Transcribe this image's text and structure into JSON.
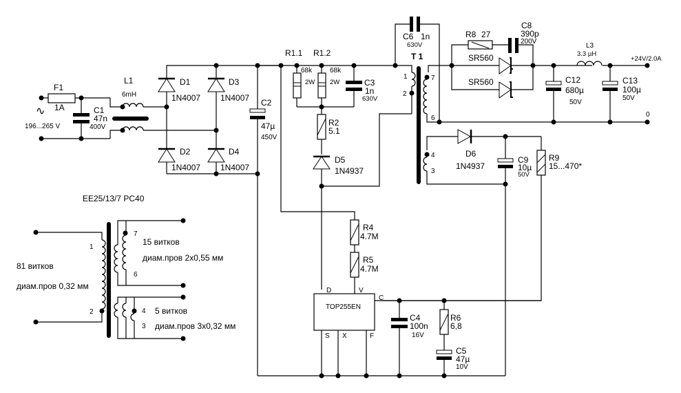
{
  "schematic": {
    "input": {
      "voltage": "196...265 V",
      "ac_symbol": "∿"
    },
    "F1": {
      "ref": "F1",
      "value": "1A"
    },
    "C1": {
      "ref": "C1",
      "value": "47n",
      "rating": "400V"
    },
    "L1": {
      "ref": "L1",
      "value": "6mH"
    },
    "D1": {
      "ref": "D1",
      "part": "1N4007"
    },
    "D2": {
      "ref": "D2",
      "part": "1N4007"
    },
    "D3": {
      "ref": "D3",
      "part": "1N4007"
    },
    "D4": {
      "ref": "D4",
      "part": "1N4007"
    },
    "C2": {
      "ref": "C2",
      "value": "47µ",
      "rating": "450V"
    },
    "R1_1": {
      "ref": "R1.1",
      "value": "68k",
      "power": "2W"
    },
    "R1_2": {
      "ref": "R1.2",
      "value": "68k",
      "power": "2W"
    },
    "C3": {
      "ref": "C3",
      "value": "1n",
      "rating": "630V"
    },
    "R2": {
      "ref": "R2",
      "value": "5.1"
    },
    "D5": {
      "ref": "D5",
      "part": "1N4937"
    },
    "C6": {
      "ref": "C6",
      "value": "1n",
      "rating": "630V"
    },
    "T1": {
      "ref": "T 1",
      "pins": [
        "1",
        "2",
        "7",
        "6",
        "4",
        "3"
      ]
    },
    "R8": {
      "ref": "R8",
      "value": "27"
    },
    "C8": {
      "ref": "C8",
      "value": "390p",
      "rating": "200V"
    },
    "SR1": {
      "part": "SR560"
    },
    "SR2": {
      "part": "SR560"
    },
    "L3": {
      "ref": "L3",
      "value": "3.3 µH"
    },
    "C12": {
      "ref": "C12",
      "value": "680µ",
      "rating": "50V"
    },
    "C13": {
      "ref": "C13",
      "value": "100µ",
      "rating": "50V"
    },
    "output": {
      "positive": "+24V/2.0A",
      "ground": "0"
    },
    "D6": {
      "ref": "D6",
      "part": "1N4937"
    },
    "C9": {
      "ref": "C9",
      "value": "10µ",
      "rating": "50V"
    },
    "R9": {
      "ref": "R9",
      "value": "15...470*"
    },
    "R4": {
      "ref": "R4",
      "value": "4.7M"
    },
    "R5": {
      "ref": "R5",
      "value": "4.7M"
    },
    "IC": {
      "part": "TOP255EN",
      "pins": {
        "D": "D",
        "V": "V",
        "C": "C",
        "S": "S",
        "X": "X",
        "F": "F"
      }
    },
    "C4": {
      "ref": "C4",
      "value": "100n",
      "rating": "16V"
    },
    "R6": {
      "ref": "R6",
      "value": "6,8"
    },
    "C5": {
      "ref": "C5",
      "value": "47µ",
      "rating": "10V"
    }
  },
  "winding_diagram": {
    "core": "EE25/13/7 PC40",
    "primary": {
      "turns": "81 витков",
      "wire": "диам.пров 0,32 мм",
      "pin_top": "1",
      "pin_bottom": "2"
    },
    "secondary": {
      "turns": "15 витков",
      "wire": "диам.пров 2x0,55 мм",
      "pin_top": "7",
      "pin_bottom": "6"
    },
    "auxiliary": {
      "turns": "5 витков",
      "wire": "диам.пров 3x0,32 мм",
      "pin_top": "4",
      "pin_bottom": "3"
    }
  }
}
